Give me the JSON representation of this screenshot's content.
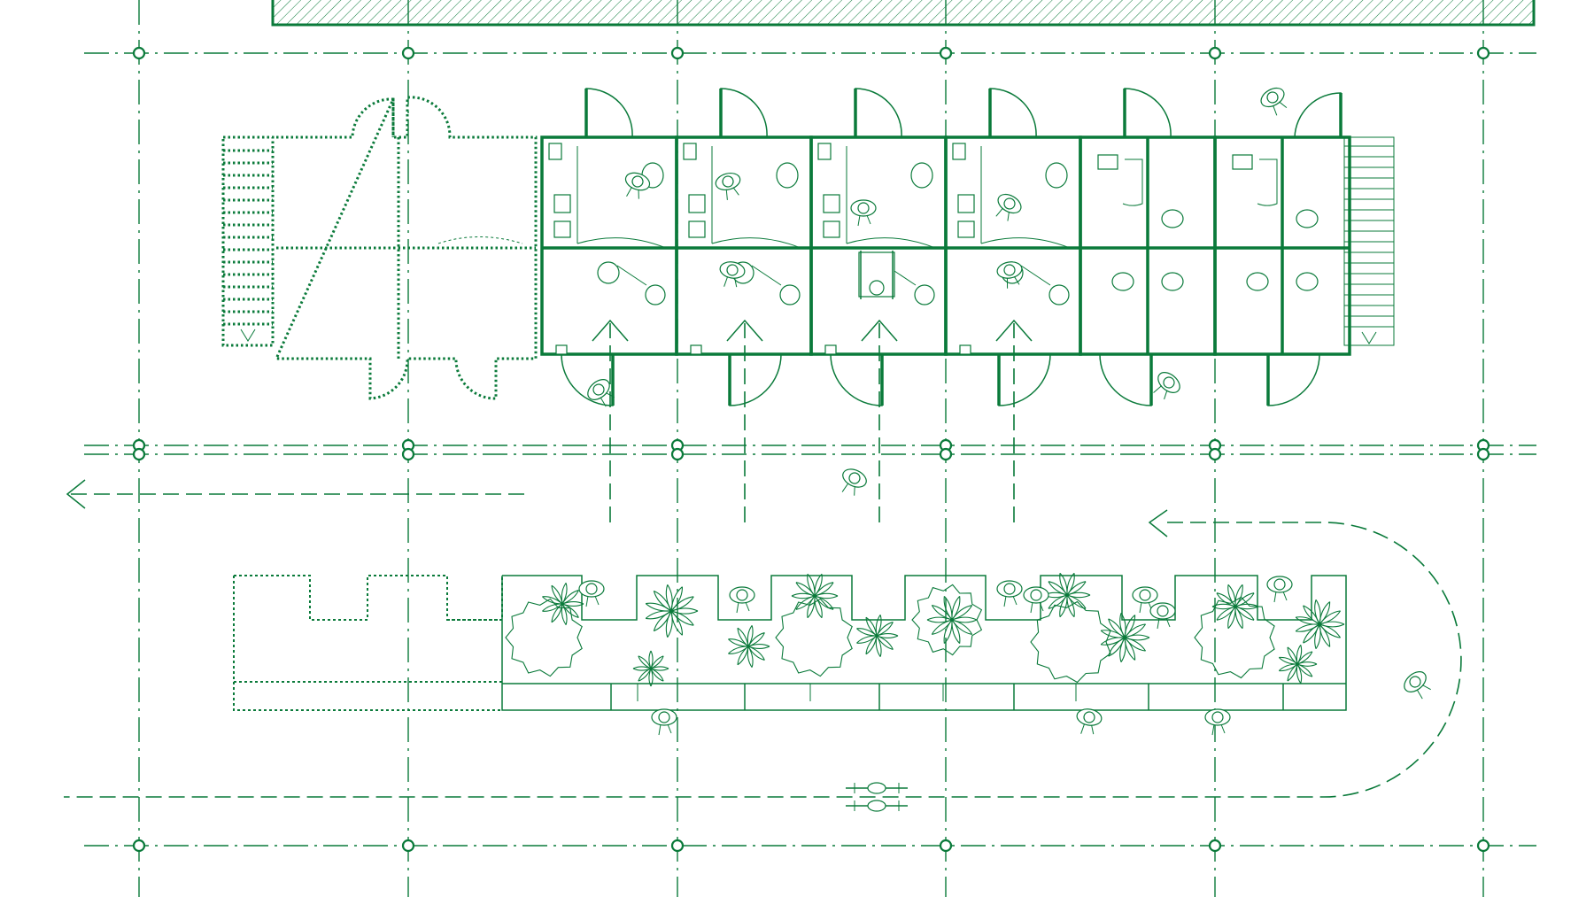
{
  "title": "",
  "colors": {
    "line": "#0a7a3a",
    "background": "#ffffff"
  },
  "grid": {
    "rows": 3,
    "columns": 6,
    "marker_shape": "circle"
  },
  "modules": {
    "dotted_proposed": 2,
    "shower_cabins": 4,
    "toilet_cabins": 4
  },
  "figures": {
    "people": "person-figure-icon",
    "wheelchair": "wheelchair-user-icon",
    "bicycle": "bicycle-icon",
    "plants": "plant-icon",
    "trees": "tree-canopy-icon"
  },
  "circulation": {
    "left_arrow": "arrow-left-icon",
    "loop_arrow": "arrow-left-icon"
  }
}
